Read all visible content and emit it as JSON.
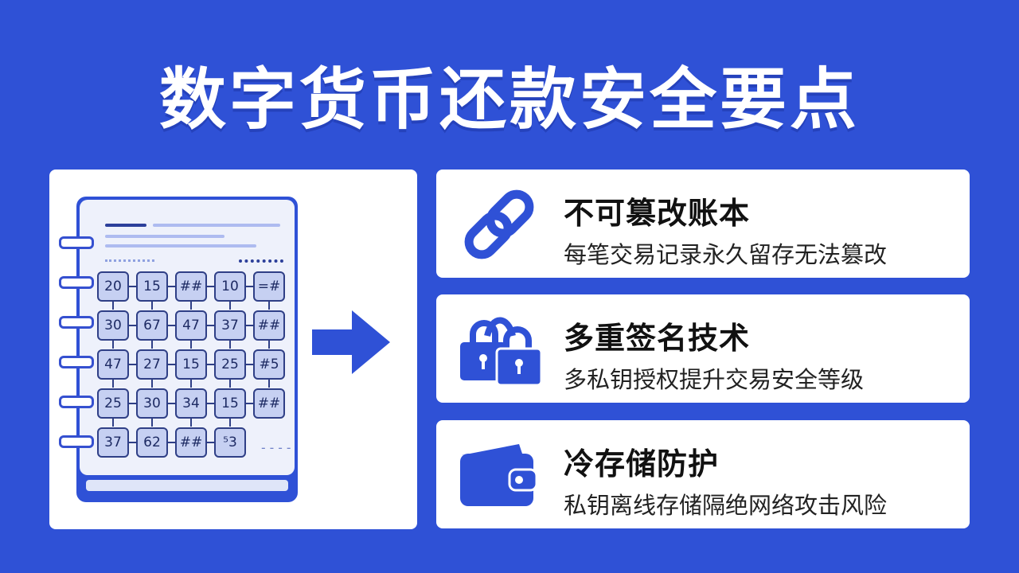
{
  "title": "数字货币还款安全要点",
  "ledger": {
    "rows": [
      [
        "20",
        "15",
        "##",
        "10",
        "=#"
      ],
      [
        "30",
        "67",
        "47",
        "37",
        "##"
      ],
      [
        "47",
        "27",
        "15",
        "25",
        "#5"
      ],
      [
        "25",
        "30",
        "34",
        "15",
        "##"
      ],
      [
        "37",
        "62",
        "##",
        "⁵3"
      ]
    ],
    "dash_mark": "----"
  },
  "cards": [
    {
      "icon": "chain-link-icon",
      "title": "不可篡改账本",
      "desc": "每笔交易记录永久留存无法篡改"
    },
    {
      "icon": "padlocks-icon",
      "title": "多重签名技术",
      "desc": "多私钥授权提升交易安全等级"
    },
    {
      "icon": "wallet-icon",
      "title": "冷存储防护",
      "desc": "私钥离线存储隔绝网络攻击风险"
    }
  ],
  "colors": {
    "background": "#2f51d6",
    "accent": "#2f51d6",
    "panel": "#ffffff",
    "cell": "#c6d0f2"
  }
}
